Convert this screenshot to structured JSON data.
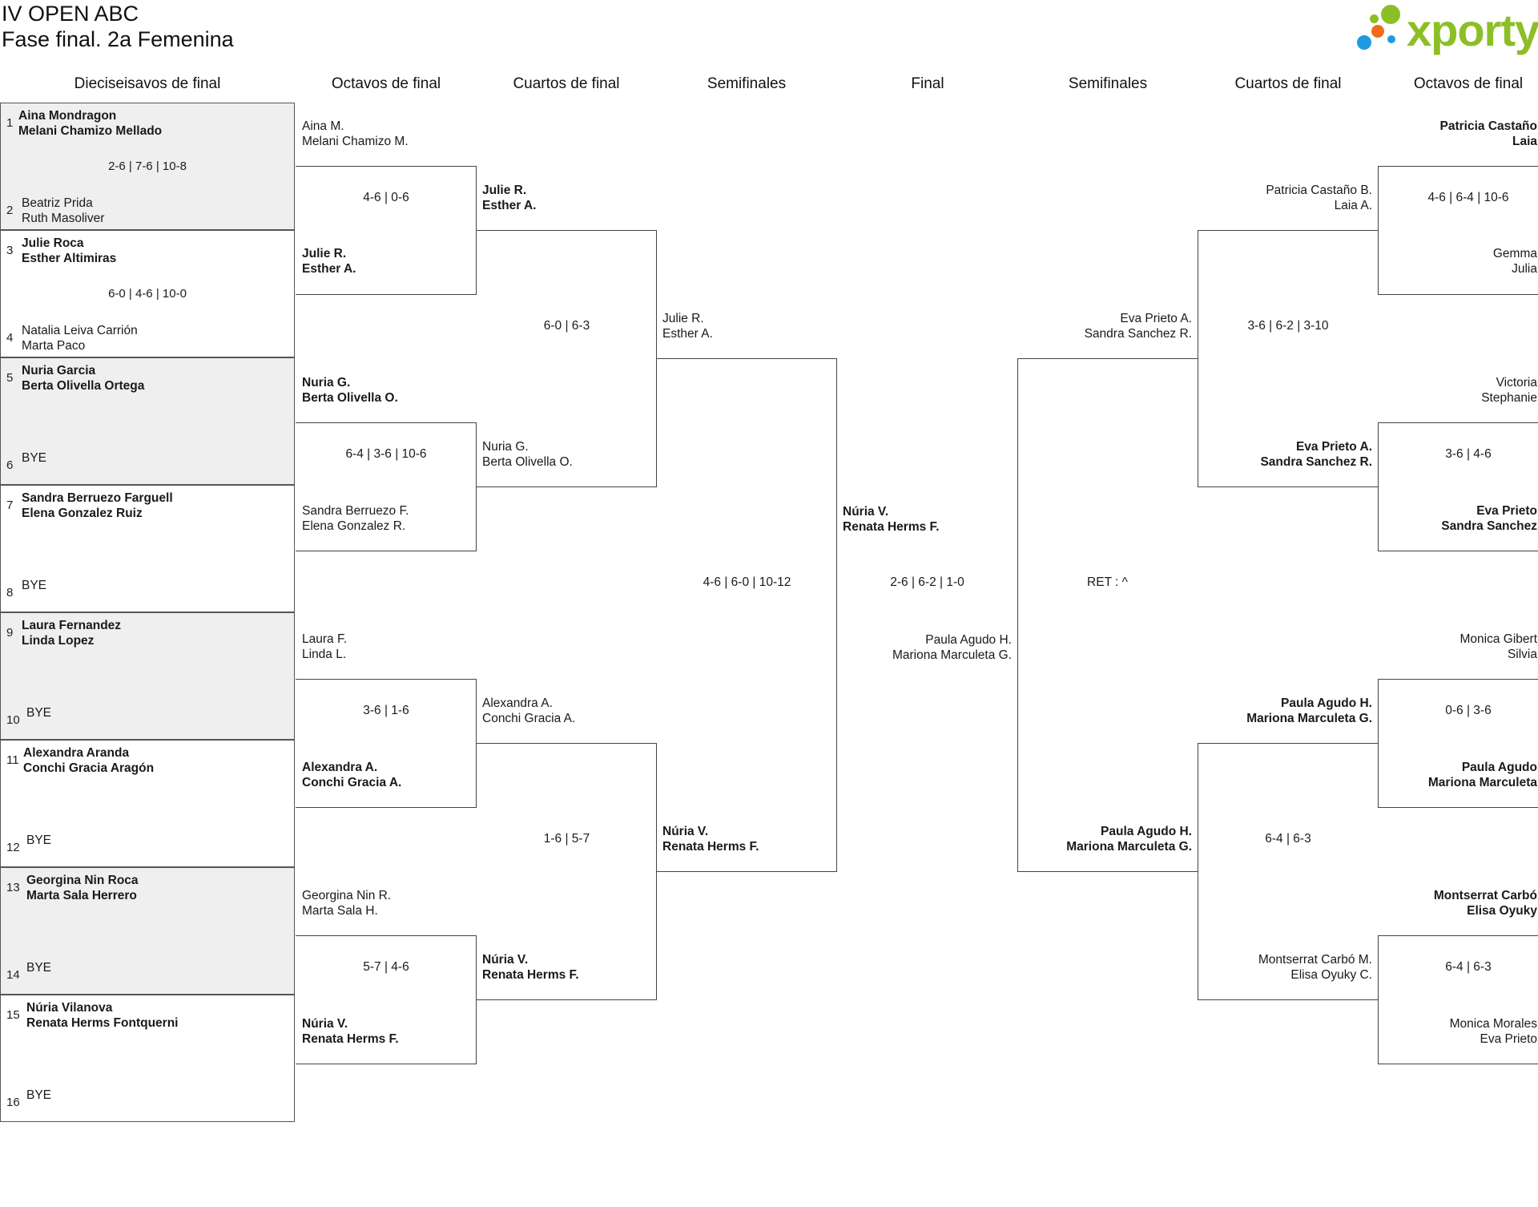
{
  "title": "IV OPEN ABC",
  "subtitle": "Fase final. 2a Femenina",
  "logo": {
    "text": "xporty",
    "colors": [
      "#8cbf26",
      "#f26a1b",
      "#1e9be0"
    ]
  },
  "rounds": [
    "Dieciseisavos de final",
    "Octavos de final",
    "Cuartos de final",
    "Semifinales",
    "Final",
    "Semifinales",
    "Cuartos de final",
    "Octavos de final"
  ],
  "r32": [
    {
      "a_seed": "1",
      "a_line1": "Aina Mondragon",
      "a_line2": "Melani Chamizo Mellado",
      "b_seed": "2",
      "b_line1": "Beatriz Prida",
      "b_line2": "Ruth Masoliver",
      "score": "2-6 | 7-6 | 10-8"
    },
    {
      "a_seed": "3",
      "a_line1": "Julie Roca",
      "a_line2": "Esther Altimiras",
      "b_seed": "4",
      "b_line1": "Natalia Leiva Carrión",
      "b_line2": "Marta Paco",
      "score": "6-0 | 4-6 | 10-0"
    },
    {
      "a_seed": "5",
      "a_line1": "Nuria Garcia",
      "a_line2": "Berta Olivella Ortega",
      "b_seed": "6",
      "b_line1": "BYE",
      "b_line2": "",
      "score": ""
    },
    {
      "a_seed": "7",
      "a_line1": "Sandra Berruezo Farguell",
      "a_line2": "Elena Gonzalez Ruiz",
      "b_seed": "8",
      "b_line1": "BYE",
      "b_line2": "",
      "score": ""
    },
    {
      "a_seed": "9",
      "a_line1": "Laura Fernandez",
      "a_line2": "Linda Lopez",
      "b_seed": "10",
      "b_line1": "BYE",
      "b_line2": "",
      "score": ""
    },
    {
      "a_seed": "11",
      "a_line1": "Alexandra Aranda",
      "a_line2": "Conchi Gracia Aragón",
      "b_seed": "12",
      "b_line1": "BYE",
      "b_line2": "",
      "score": ""
    },
    {
      "a_seed": "13",
      "a_line1": "Georgina Nin Roca",
      "a_line2": "Marta Sala Herrero",
      "b_seed": "14",
      "b_line1": "BYE",
      "b_line2": "",
      "score": ""
    },
    {
      "a_seed": "15",
      "a_line1": "Núria Vilanova",
      "a_line2": "Renata Herms Fontquerni",
      "b_seed": "16",
      "b_line1": "BYE",
      "b_line2": "",
      "score": ""
    }
  ],
  "left_r16": [
    {
      "a1": "Aina M.",
      "a2": "Melani Chamizo M.",
      "b1": "Julie R.",
      "b2": "Esther A.",
      "score": "4-6 | 0-6"
    },
    {
      "a1": "Nuria G.",
      "a2": "Berta Olivella O.",
      "b1": "Sandra Berruezo F.",
      "b2": "Elena Gonzalez R.",
      "score": "6-4 | 3-6 | 10-6"
    },
    {
      "a1": "Laura F.",
      "a2": "Linda L.",
      "b1": "Alexandra A.",
      "b2": "Conchi Gracia A.",
      "score": "3-6 | 1-6"
    },
    {
      "a1": "Georgina Nin R.",
      "a2": "Marta Sala H.",
      "b1": "Núria V.",
      "b2": "Renata Herms F.",
      "score": "5-7 | 4-6"
    }
  ],
  "left_qf": [
    {
      "a1": "Julie R.",
      "a2": "Esther A.",
      "b1": "Nuria G.",
      "b2": "Berta Olivella O.",
      "score": "6-0 | 6-3"
    },
    {
      "a1": "Alexandra A.",
      "a2": "Conchi Gracia A.",
      "b1": "Núria V.",
      "b2": "Renata Herms F.",
      "score": "1-6 | 5-7"
    }
  ],
  "left_sf": {
    "a1": "Julie R.",
    "a2": "Esther A.",
    "b1": "Núria V.",
    "b2": "Renata Herms F.",
    "score": "4-6 | 6-0 | 10-12"
  },
  "final": {
    "a1": "Núria V.",
    "a2": "Renata Herms F.",
    "b1": "Paula Agudo H.",
    "b2": "Mariona Marculeta G.",
    "score": "2-6 | 6-2 | 1-0"
  },
  "right_sf": {
    "a1": "Eva Prieto A.",
    "a2": "Sandra Sanchez R.",
    "b1": "Paula Agudo H.",
    "b2": "Mariona Marculeta G.",
    "score": "RET : ^"
  },
  "right_qf": [
    {
      "a1": "Patricia Castaño B.",
      "a2": "Laia A.",
      "b1": "Eva Prieto A.",
      "b2": "Sandra Sanchez R.",
      "score": "3-6 | 6-2 | 3-10"
    },
    {
      "a1": "Paula Agudo H.",
      "a2": "Mariona Marculeta G.",
      "b1": "Montserrat Carbó M.",
      "b2": "Elisa Oyuky C.",
      "score": "6-4 | 6-3"
    }
  ],
  "right_r16": [
    {
      "a1": "Patricia Castaño",
      "a2": "Laia",
      "b1": "Gemma",
      "b2": "Julia",
      "score": "4-6 | 6-4 | 10-6"
    },
    {
      "a1": "Victoria",
      "a2": "Stephanie",
      "b1": "Eva Prieto",
      "b2": "Sandra Sanchez",
      "score": "3-6 | 4-6"
    },
    {
      "a1": "Monica Gibert",
      "a2": "Silvia",
      "b1": "Paula Agudo",
      "b2": "Mariona Marculeta",
      "score": "0-6 | 3-6"
    },
    {
      "a1": "Montserrat Carbó",
      "a2": "Elisa Oyuky",
      "b1": "Monica Morales",
      "b2": "Eva Prieto",
      "score": "6-4 | 6-3"
    }
  ]
}
